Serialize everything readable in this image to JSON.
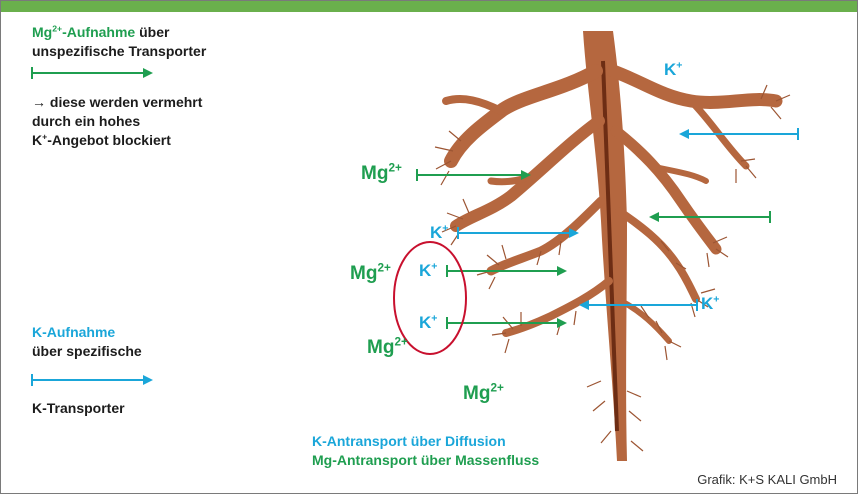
{
  "legend_mg": {
    "line1_prefix": "Mg",
    "line1_sup": "2+",
    "line1_colored": "-Aufnahme",
    "line1_rest": " über",
    "line2": "unspezifische Transporter"
  },
  "legend_note": {
    "line1": "→ diese werden vermehrt",
    "line2": "durch ein hohes",
    "line3_prefix": "K",
    "line3_sup": "+",
    "line3_rest": "-Angebot blockiert"
  },
  "legend_k": {
    "line1": "K-Aufnahme",
    "line2": "über spezifische",
    "line3": "K-Transporter"
  },
  "labels": {
    "mg": "Mg",
    "mg_sup": "2+",
    "k": "K",
    "k_sup": "+"
  },
  "bottom": {
    "line1": "K-Antransport über Diffusion",
    "line2": "Mg-Antransport über Massenfluss"
  },
  "credit": "Grafik: K+S KALI GmbH",
  "colors": {
    "green": "#1f9e50",
    "blue": "#1aa6d9",
    "root": "#b5673f",
    "root_dark": "#7a3a1e",
    "header": "#6ab04c",
    "circle": "#c8102e"
  }
}
